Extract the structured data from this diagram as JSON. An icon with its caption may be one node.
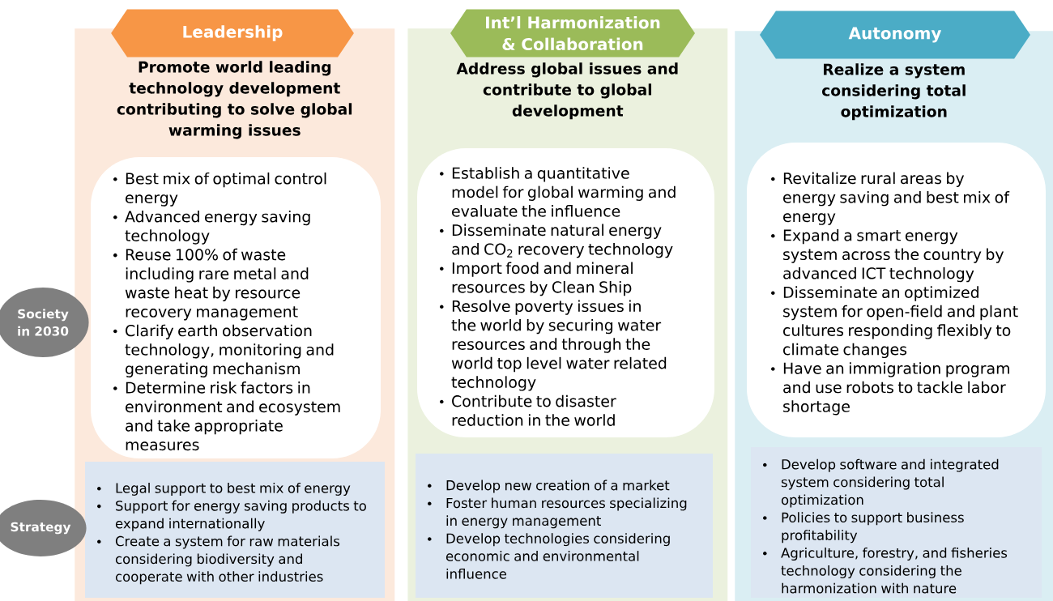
{
  "diagram": {
    "nodes": [
      {
        "text": [
          "Promote world leading technology development contributing to solve global warming issues"
        ]
      },
      {
        "text": [
          "Leadership"
        ]
      },
      {
        "text": [
          "Best mix of optimal control energy",
          "Advanced energy saving technology",
          "Reuse 100% of waste including rare metal and waste heat by resource recovery management",
          "Clarify earth observation technology, monitoring and generating mechanism",
          "Determine risk factors in environment and ecosystem and take appropriate measures"
        ],
        "in": 0
      },
      {
        "text": [
          "Legal support to best mix of energy",
          "Support for energy saving products to expand internationally",
          "Create a system for raw materials considering biodiversity and cooperate with other industries"
        ],
        "in": 0
      },
      {
        "text": [
          "Address global issues and contribute to global development"
        ]
      },
      {
        "text": [
          "Int’l Harmonization & Collaboration"
        ]
      },
      {
        "text": [
          "Establish a quantitative model for global warming and evaluate the influence",
          "Disseminate natural energy and CO$_{2}$ recovery technology",
          "Import food and mineral resources by Clean Ship",
          "Resolve poverty issues in the world by securing water resources and through the world top level water related technology",
          "Contribute to disaster reduction in the world"
        ],
        "in": 4
      },
      {
        "text": [
          "Develop new creation of a market",
          "Foster human resources specializing in energy management",
          "Develop technologies considering economic and environmental influence"
        ],
        "in": 4
      },
      {
        "text": [
          "Realize a system considering total optimization"
        ]
      },
      {
        "text": [
          "Autonomy"
        ]
      },
      {
        "text": [
          "Revitalize rural areas by energy saving and best mix of energy",
          "Expand a smart energy system across the country by advanced ICT technology",
          "Disseminate an optimized system for open-field and plant cultures responding flexibly to climate changes",
          "Have an immigration program and use robots to tackle labor shortage"
        ],
        "in": 8
      },
      {
        "text": [
          "Develop software and integrated system considering total optimization",
          "Policies to support business profitability",
          "Agriculture, forestry, and fisheries technology considering the harmonization with nature"
        ],
        "in": 8
      },
      {
        "text": [
          "Society in 2030"
        ]
      },
      {
        "text": [
          "Strategy"
        ]
      }
    ]
  }
}
